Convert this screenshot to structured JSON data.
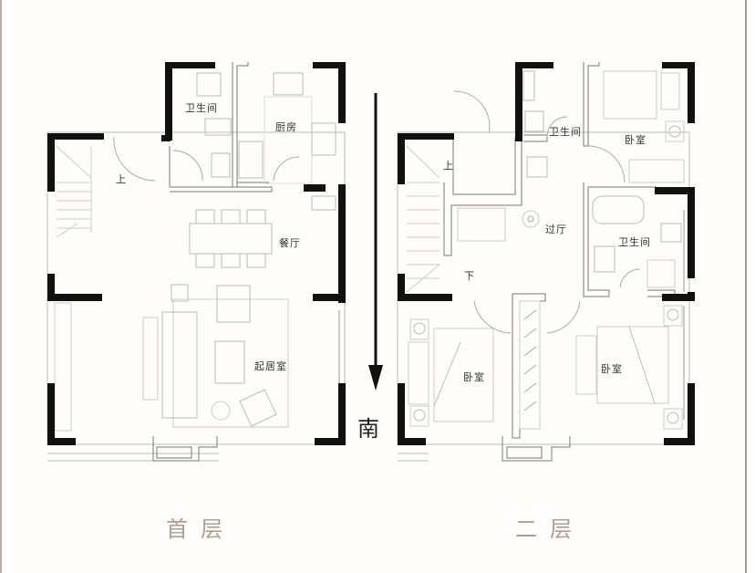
{
  "compass": {
    "direction_label": "南",
    "arrow": "arrow-down-icon"
  },
  "floors": [
    {
      "label": "首层",
      "rooms": [
        {
          "name": "卫生间"
        },
        {
          "name": "厨房"
        },
        {
          "name": "餐厅"
        },
        {
          "name": "起居室"
        }
      ],
      "stair_label": "上"
    },
    {
      "label": "二层",
      "rooms": [
        {
          "name": "卫生间"
        },
        {
          "name": "卧室"
        },
        {
          "name": "过厅"
        },
        {
          "name": "卫生间"
        },
        {
          "name": "卧室"
        },
        {
          "name": "卧室"
        }
      ],
      "stair_up_label": "上",
      "stair_down_label": "下"
    }
  ],
  "colors": {
    "wall": "#111111",
    "line": "#bbbbbb",
    "floor_label": "#b09d90",
    "frame": "#b9aca2"
  }
}
